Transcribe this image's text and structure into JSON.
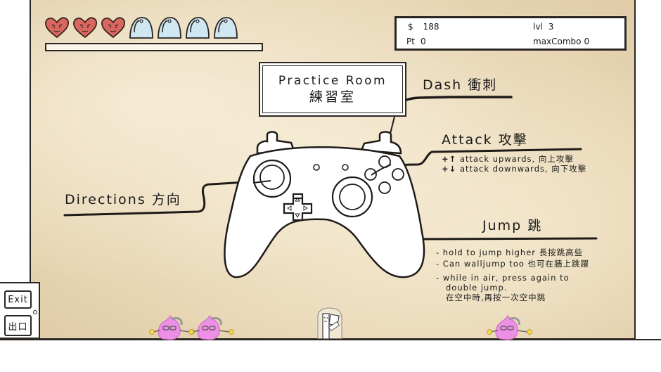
{
  "hud": {
    "hearts_full": 3,
    "hearts_empty": 4,
    "lives": [
      {
        "type": "heart-full"
      },
      {
        "type": "heart-full"
      },
      {
        "type": "heart-full"
      },
      {
        "type": "heart-empty"
      },
      {
        "type": "heart-empty"
      },
      {
        "type": "heart-empty"
      },
      {
        "type": "heart-empty"
      }
    ],
    "energy_bar_percent": 0
  },
  "stats": {
    "money_label": "$",
    "money_value": "188",
    "points_label": "Pt",
    "points_value": "0",
    "level_label": "lvl",
    "level_value": "3",
    "max_combo_label": "maxCombo",
    "max_combo_value": "0"
  },
  "room": {
    "title_en": "Practice Room",
    "title_zh": "練習室"
  },
  "controls": {
    "dash": {
      "label": "Dash 衝刺"
    },
    "attack": {
      "label": "Attack 攻擊",
      "up_icon": "+↑",
      "up_text": "attack upwards, 向上攻擊",
      "down_icon": "+↓",
      "down_text": "attack downwards, 向下攻擊"
    },
    "directions": {
      "label": "Directions 方向"
    },
    "jump": {
      "label": "Jump 跳",
      "notes": [
        "- hold to jump higher 長按跳高些",
        "- Can walljump too 也可在牆上跳躍",
        "- while in air, press again to",
        "double jump.",
        "在空中時,再按一次空中跳"
      ]
    }
  },
  "exit": {
    "label_en": "Exit",
    "label_zh": "出口"
  },
  "colors": {
    "parchment": "#e7d5b3",
    "ink": "#2b2622",
    "heart": "#d8685f",
    "heart_empty": "#cfe7f3",
    "enemy_pink": "#ee8fe6"
  }
}
